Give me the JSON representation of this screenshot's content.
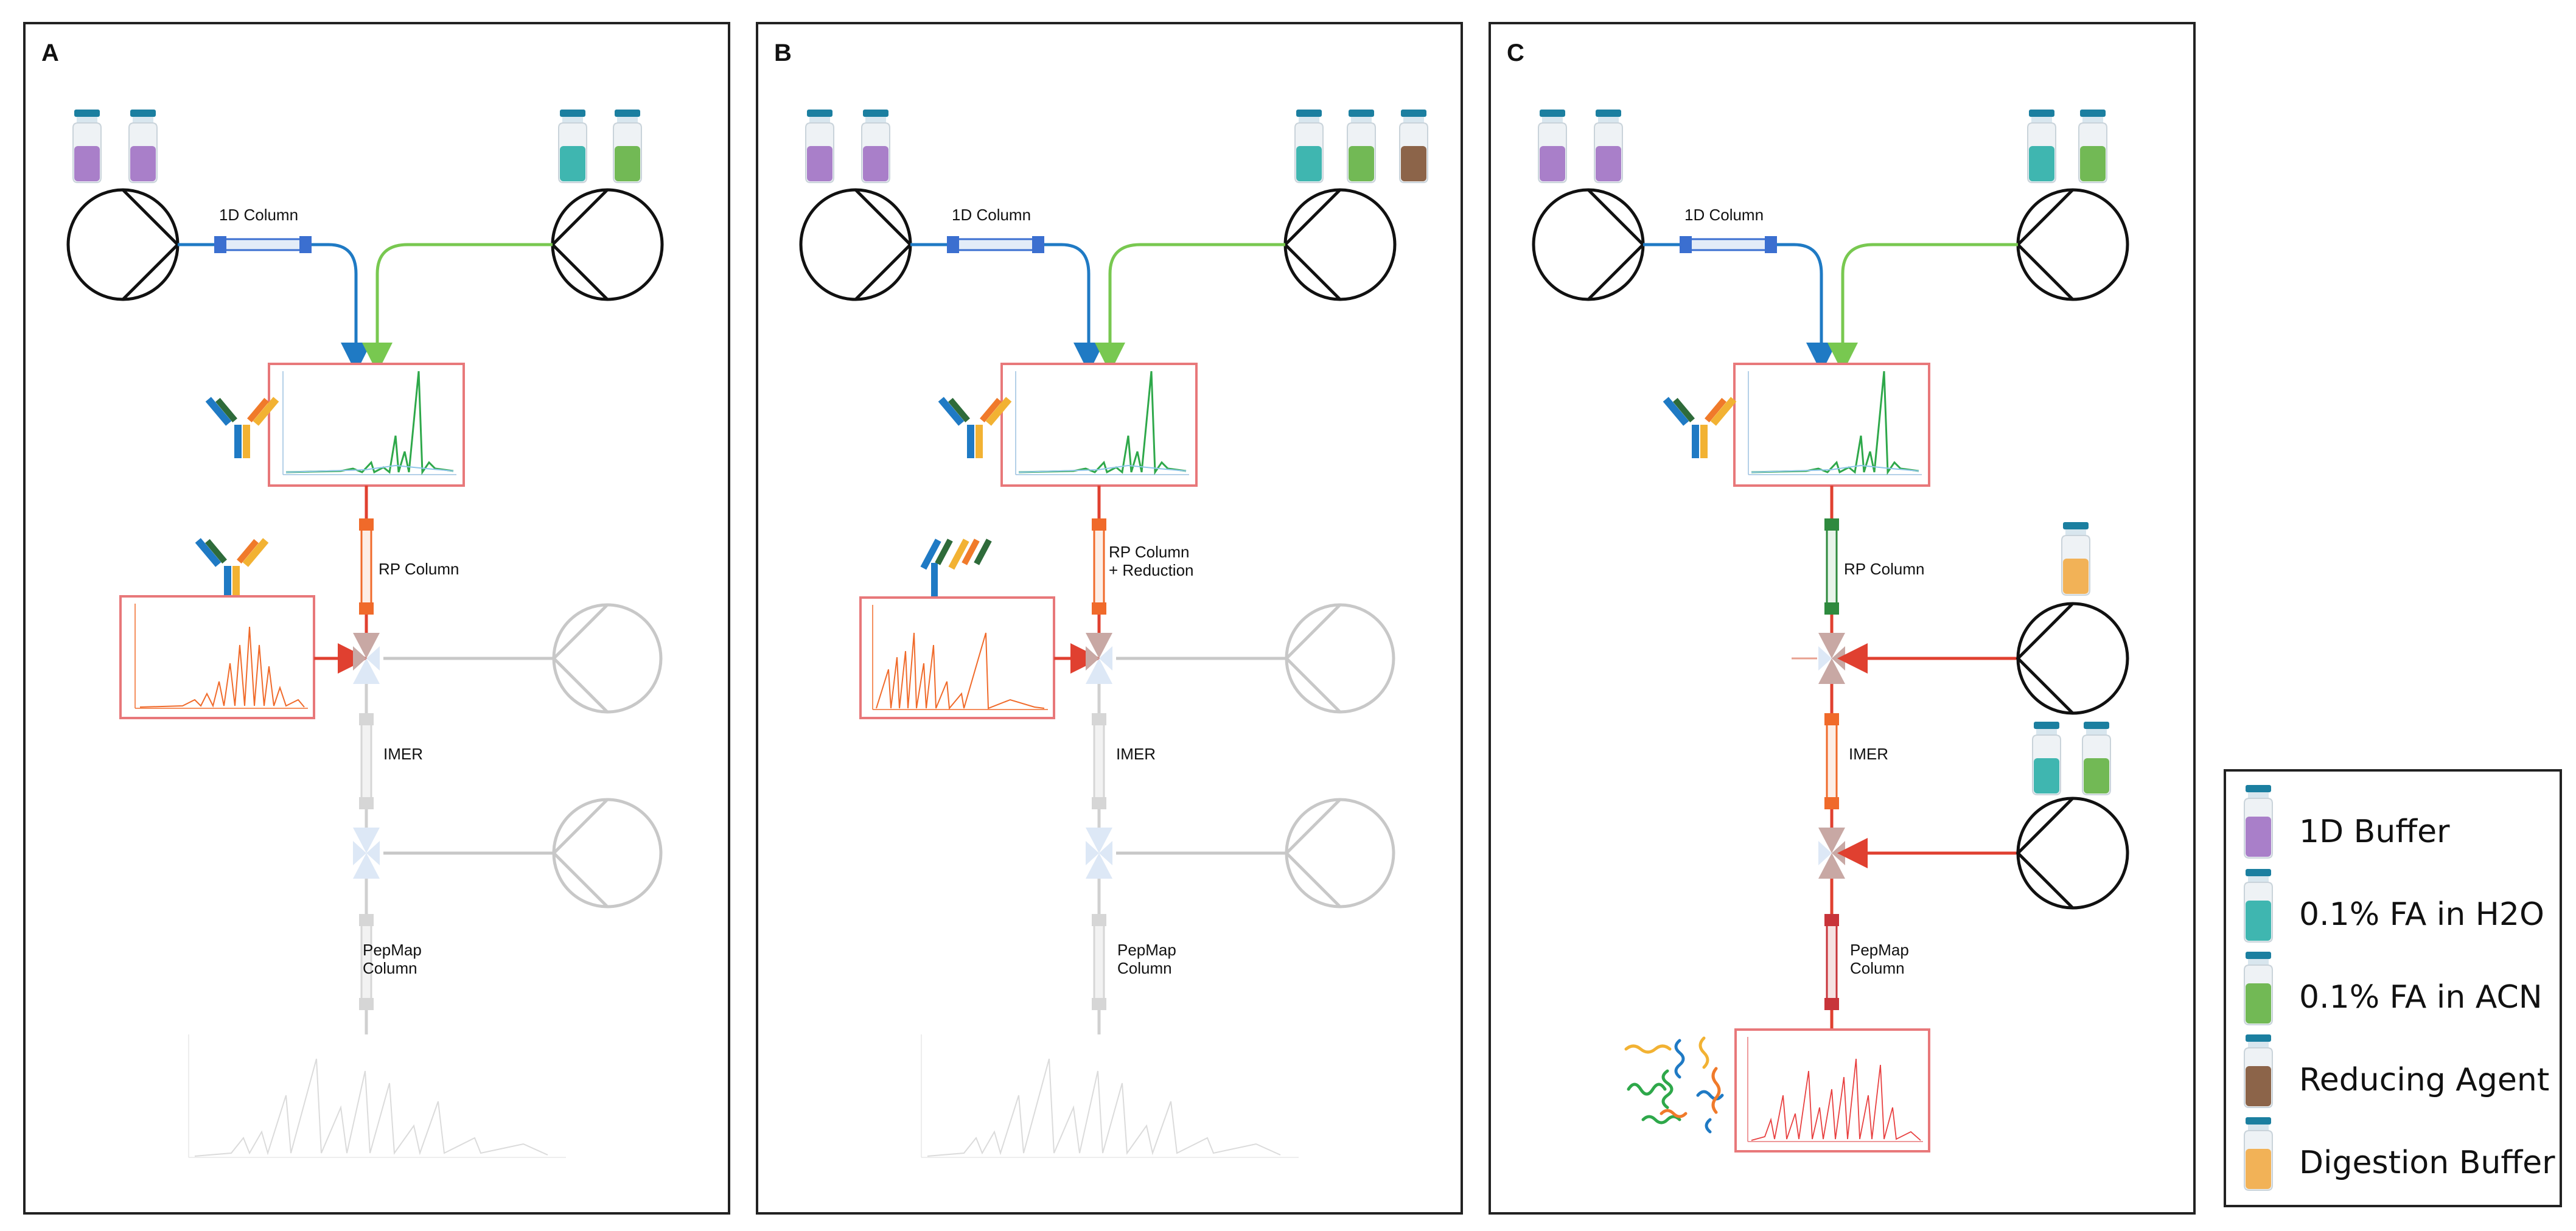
{
  "panels": [
    {
      "letter": "A",
      "col1d": "1D Column",
      "rp": "RP Column",
      "rp2": "",
      "imer": "IMER",
      "pep1": "PepMap",
      "pep2": "Column"
    },
    {
      "letter": "B",
      "col1d": "1D Column",
      "rp": "RP Column",
      "rp2": "+ Reduction",
      "imer": "IMER",
      "pep1": "PepMap",
      "pep2": "Column"
    },
    {
      "letter": "C",
      "col1d": "1D Column",
      "rp": "RP Column",
      "rp2": "",
      "imer": "IMER",
      "pep1": "PepMap",
      "pep2": "Column"
    }
  ],
  "legend": [
    {
      "label": "1D Buffer",
      "color": "#a97fc9"
    },
    {
      "label": "0.1% FA in H2O",
      "color": "#3fb6b0"
    },
    {
      "label": "0.1% FA in ACN",
      "color": "#72b955"
    },
    {
      "label": "Reducing Agent",
      "color": "#8c6449"
    },
    {
      "label": "Digestion Buffer",
      "color": "#f2b257"
    }
  ],
  "colors": {
    "flow_blue": "#1f7ac4",
    "flow_green": "#78c850",
    "flow_red": "#e04030",
    "inactive_grey": "#c8c8c8",
    "box_red": "#e8787a",
    "spectrum_green": "#2ea84a",
    "spectrum_orange": "#f06a2a"
  }
}
